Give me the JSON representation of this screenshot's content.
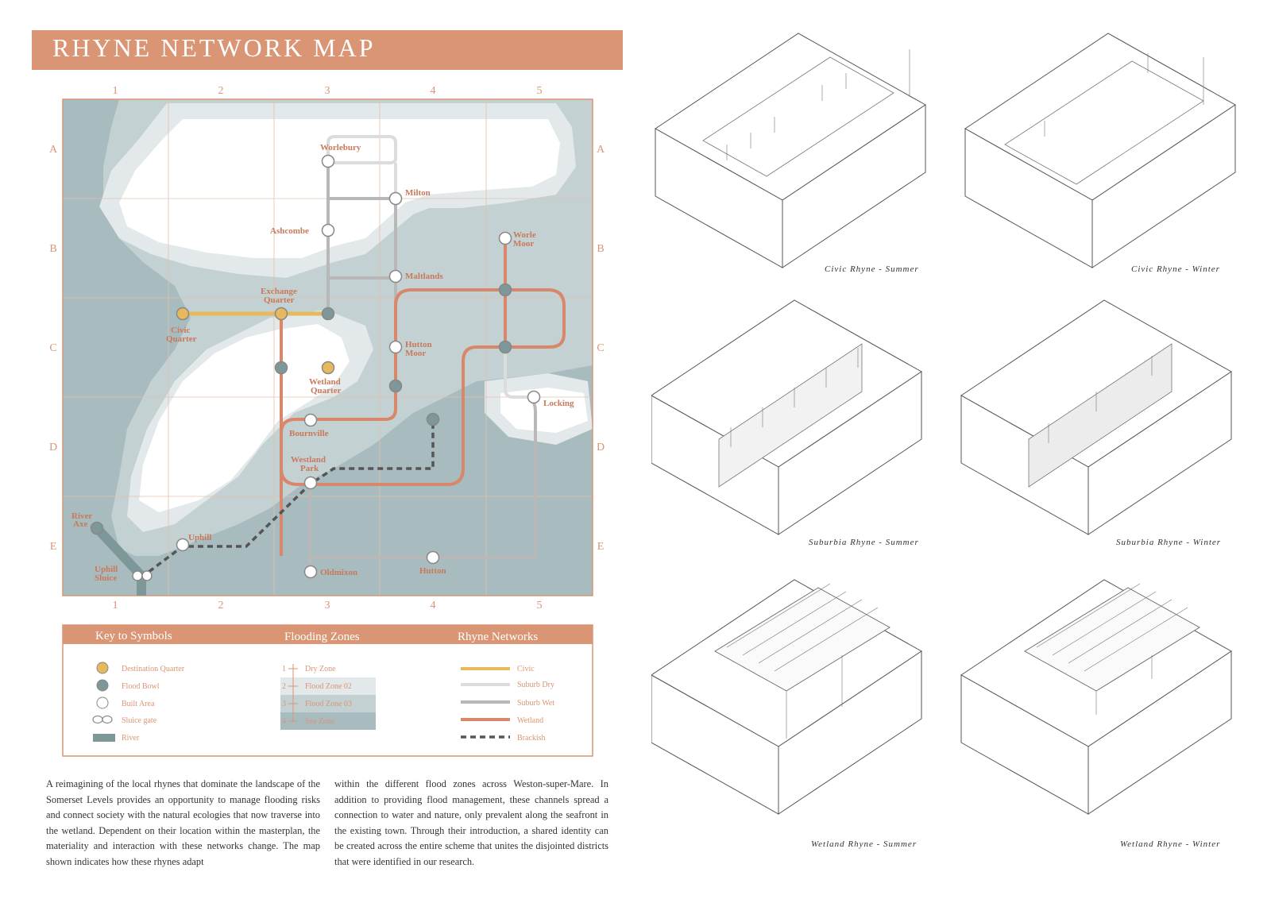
{
  "title": "RHYNE NETWORK MAP",
  "grid": {
    "columns": [
      "1",
      "2",
      "3",
      "4",
      "5"
    ],
    "rows": [
      "A",
      "B",
      "C",
      "D",
      "E"
    ]
  },
  "places": {
    "worlebury": "Worlebury",
    "milton": "Milton",
    "ashcombe": "Ashcombe",
    "worle_moor_1": "Worle",
    "worle_moor_2": "Moor",
    "maltlands": "Maltlands",
    "exchange_1": "Exchange",
    "exchange_2": "Quarter",
    "civic_1": "Civic",
    "civic_2": "Quarter",
    "wetland_1": "Wetland",
    "wetland_2": "Quarter",
    "hutton_moor_1": "Hutton",
    "hutton_moor_2": "Moor",
    "locking": "Locking",
    "bournville": "Bournville",
    "westland_1": "Westland",
    "westland_2": "Park",
    "river_axe_1": "River",
    "river_axe_2": "Axe",
    "uphill": "Uphill",
    "uphill_sluice_1": "Uphill",
    "uphill_sluice_2": "Sluice",
    "oldmixon": "Oldmixon",
    "hutton": "Hutton"
  },
  "legend": {
    "headers": {
      "symbols": "Key to Symbols",
      "zones": "Flooding Zones",
      "networks": "Rhyne Networks"
    },
    "symbols": [
      "Destination Quarter",
      "Flood Bowl",
      "Built Area",
      "Sluice gate",
      "River"
    ],
    "zones": [
      {
        "num": "1",
        "label": "Dry Zone"
      },
      {
        "num": "2",
        "label": "Flood Zone 02"
      },
      {
        "num": "3",
        "label": "Flood Zone 03"
      },
      {
        "num": "4",
        "label": "Sea Zone"
      }
    ],
    "networks": [
      "Civic",
      "Suburb Dry",
      "Suburb Wet",
      "Wetland",
      "Brackish"
    ]
  },
  "description": {
    "para1": "A reimagining of the local rhynes that dominate the landscape of the Somerset Levels provides an opportunity to manage flooding risks and connect society with the natural ecologies that now traverse into the wetland. Dependent on their location within the masterplan, the materiality and interaction with these networks change. The map shown indicates how these rhynes adapt",
    "para2": "within the different flood zones across Weston-super-Mare. In addition to providing flood management, these channels spread a connection to water and nature, only prevalent along the seafront in the existing town. Through their introduction, a shared identity can be created across the entire scheme that unites the disjointed districts that were identified in our research."
  },
  "captions": {
    "civic_summer": "Civic Rhyne - Summer",
    "civic_winter": "Civic Rhyne - Winter",
    "suburbia_summer": "Suburbia Rhyne - Summer",
    "suburbia_winter": "Suburbia Rhyne - Winter",
    "wetland_summer": "Wetland Rhyne - Summer",
    "wetland_winter": "Wetland Rhyne - Winter"
  },
  "colors": {
    "accent": "#d99574",
    "sea": "#a8bcbf",
    "zone3": "#c4d1d3",
    "zone2": "#e3e9ea",
    "dry": "#ffffff",
    "civic_line": "#e6b95c",
    "suburb_dry": "#dcdcdc",
    "suburb_wet": "#b8b8b8",
    "wetland_line": "#d9876a",
    "brackish": "#555555",
    "flood_bowl": "#7e9799",
    "river": "#7e9799"
  }
}
